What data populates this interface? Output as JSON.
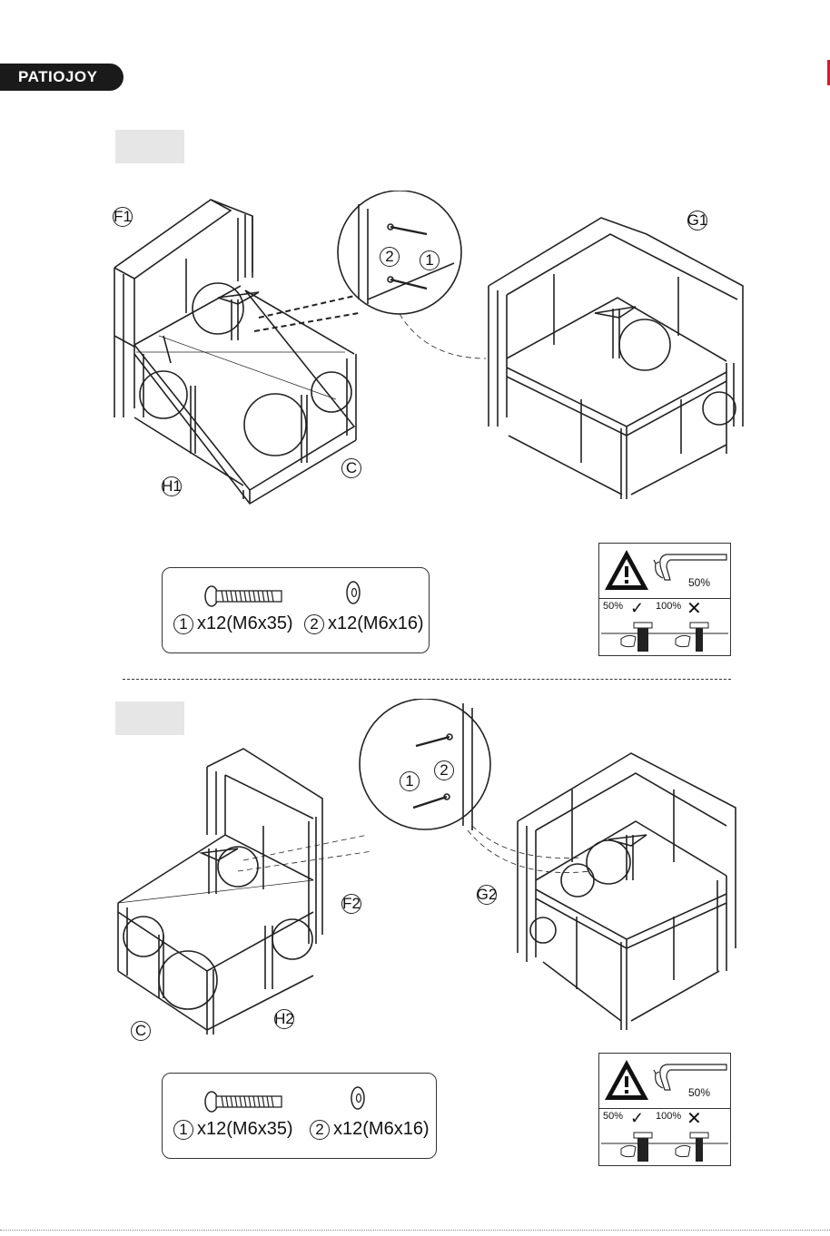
{
  "brand": {
    "logo_text": "PATIOJOY"
  },
  "steps": [
    {
      "parts_labels": [
        "F1",
        "H1",
        "C",
        "G1"
      ],
      "callout_numbers": [
        "1",
        "2"
      ],
      "hardware": [
        {
          "num": "1",
          "desc": "x12(M6x35)",
          "icon": "bolt-icon"
        },
        {
          "num": "2",
          "desc": "x12(M6x16)",
          "icon": "washer-icon"
        }
      ],
      "warning": {
        "torque": "50%",
        "ok_label": "50%",
        "bad_label": "100%"
      }
    },
    {
      "parts_labels": [
        "F2",
        "C",
        "H2",
        "G2"
      ],
      "callout_numbers": [
        "1",
        "2"
      ],
      "hardware": [
        {
          "num": "1",
          "desc": "x12(M6x35)",
          "icon": "bolt-icon"
        },
        {
          "num": "2",
          "desc": "x12(M6x16)",
          "icon": "washer-icon"
        }
      ],
      "warning": {
        "torque": "50%",
        "ok_label": "50%",
        "bad_label": "100%"
      }
    }
  ],
  "colors": {
    "edge_accent": "#d21f2b",
    "step_box": "#e6e6e6",
    "logo_bg": "#1a1a1a"
  }
}
